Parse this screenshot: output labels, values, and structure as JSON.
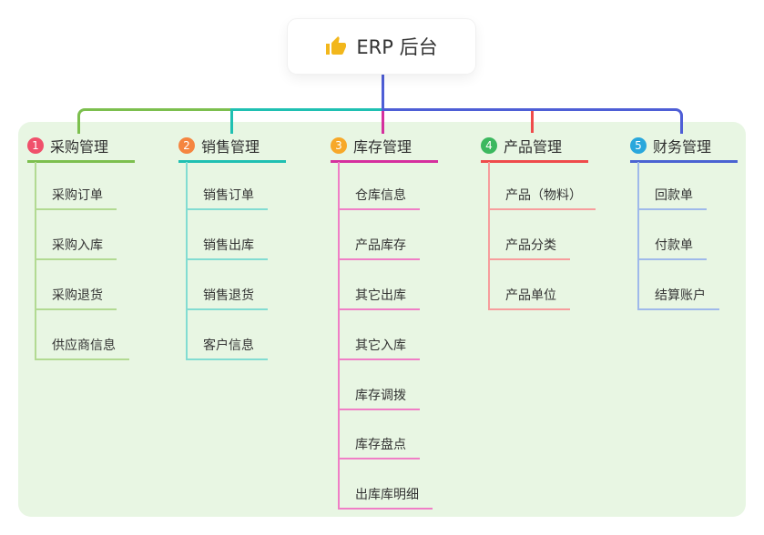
{
  "root": {
    "title": "ERP 后台",
    "icon": "thumbs-up-icon"
  },
  "branches": [
    {
      "index": "1",
      "label": "采购管理",
      "children": [
        "采购订单",
        "采购入库",
        "采购退货",
        "供应商信息"
      ],
      "colors": {
        "main": "#7cbf4e",
        "child_line": "#b2da92",
        "badge": "#f0506b"
      }
    },
    {
      "index": "2",
      "label": "销售管理",
      "children": [
        "销售订单",
        "销售出库",
        "销售退货",
        "客户信息"
      ],
      "colors": {
        "main": "#1fc0b2",
        "child_line": "#82dcd2",
        "badge": "#f58540"
      }
    },
    {
      "index": "3",
      "label": "库存管理",
      "children": [
        "仓库信息",
        "产品库存",
        "其它出库",
        "其它入库",
        "库存调拨",
        "库存盘点",
        "出库库明细"
      ],
      "colors": {
        "main": "#d5309e",
        "child_line": "#f07ec6",
        "badge": "#f7a829"
      }
    },
    {
      "index": "4",
      "label": "产品管理",
      "children": [
        "产品（物料）",
        "产品分类",
        "产品单位"
      ],
      "colors": {
        "main": "#ef4b4b",
        "child_line": "#f79d9d",
        "badge": "#3cb85f"
      }
    },
    {
      "index": "5",
      "label": "财务管理",
      "children": [
        "回款单",
        "付款单",
        "结算账户"
      ],
      "colors": {
        "main": "#4a63d2",
        "child_line": "#9fb9ea",
        "badge": "#29a7dc"
      }
    }
  ],
  "canvas": {
    "panel_background": "#e8f6e3",
    "root_stem_color": "#4e5ed6"
  }
}
